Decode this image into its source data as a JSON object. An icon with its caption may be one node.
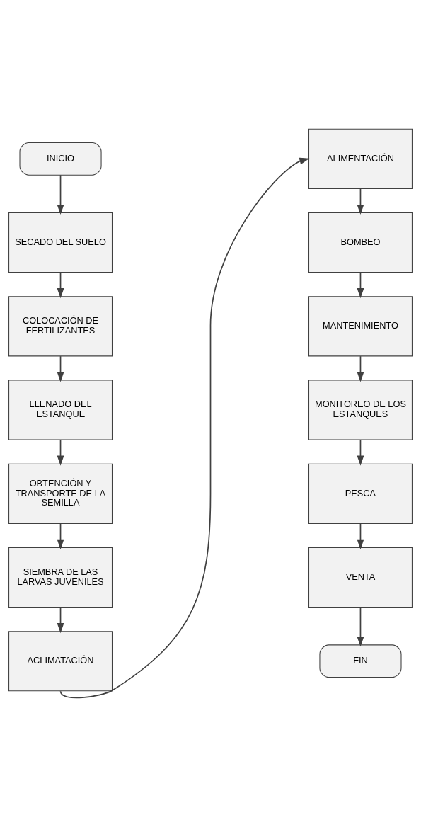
{
  "diagram": {
    "nodes": [
      {
        "text": [
          "INICIO"
        ]
      },
      {
        "text": [
          "SECADO DEL SUELO"
        ]
      },
      {
        "text": [
          "COLOCACIÓN DE FERTILIZANTES"
        ]
      },
      {
        "text": [
          "LLENADO DEL ESTANQUE"
        ]
      },
      {
        "text": [
          "OBTENCIÓN Y TRANSPORTE DE LA SEMILLA"
        ]
      },
      {
        "text": [
          "SIEMBRA DE LAS LARVAS JUVENILES"
        ]
      },
      {
        "text": [
          "ACLIMATACIÓN"
        ]
      },
      {
        "text": [
          "ALIMENTACIÓN"
        ]
      },
      {
        "text": [
          "BOMBEO"
        ]
      },
      {
        "text": [
          "MANTENIMIENTO"
        ]
      },
      {
        "text": [
          "MONITOREO DE LOS ESTANQUES"
        ]
      },
      {
        "text": [
          "PESCA"
        ]
      },
      {
        "text": [
          "VENTA"
        ]
      },
      {
        "text": [
          "FIN"
        ]
      }
    ],
    "edges": [
      {
        "from": 0,
        "to": 1,
        "arrow": "to"
      },
      {
        "from": 1,
        "to": 2,
        "arrow": "to"
      },
      {
        "from": 2,
        "to": 3,
        "arrow": "to"
      },
      {
        "from": 3,
        "to": 4,
        "arrow": "to"
      },
      {
        "from": 4,
        "to": 5,
        "arrow": "to"
      },
      {
        "from": 5,
        "to": 6,
        "arrow": "to"
      },
      {
        "from": 6,
        "to": 7,
        "arrow": "to"
      },
      {
        "from": 7,
        "to": 8,
        "arrow": "to"
      },
      {
        "from": 8,
        "to": 9,
        "arrow": "to"
      },
      {
        "from": 9,
        "to": 10,
        "arrow": "to"
      },
      {
        "from": 10,
        "to": 11,
        "arrow": "to"
      },
      {
        "from": 11,
        "to": 12,
        "arrow": "to"
      },
      {
        "from": 12,
        "to": 13,
        "arrow": "to"
      }
    ]
  }
}
